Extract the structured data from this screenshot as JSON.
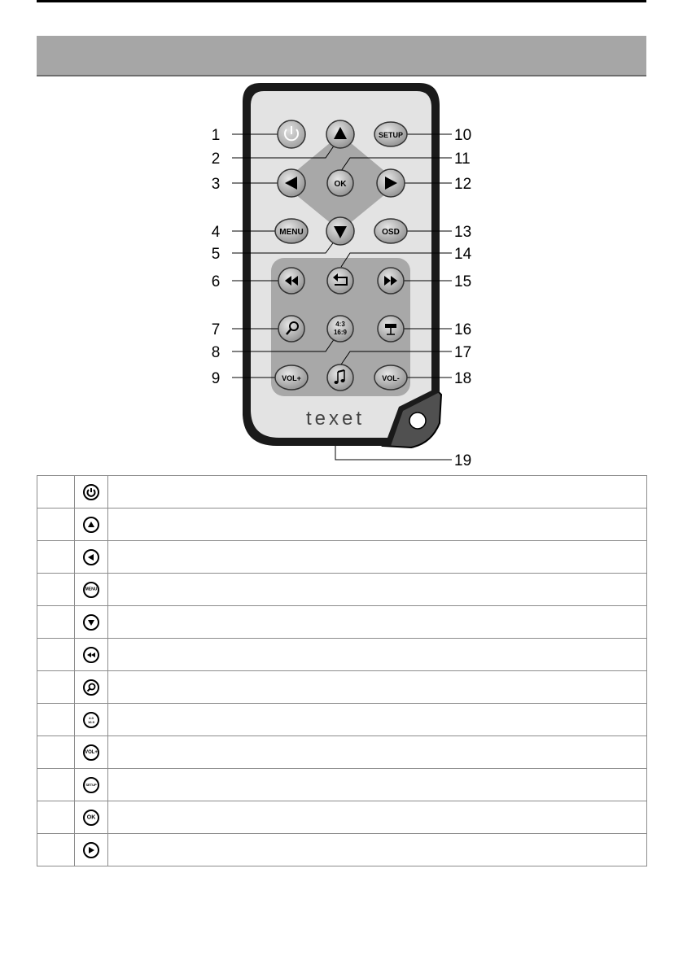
{
  "brand": "texet",
  "callouts": [
    "1",
    "2",
    "3",
    "4",
    "5",
    "6",
    "7",
    "8",
    "9",
    "10",
    "11",
    "12",
    "13",
    "14",
    "15",
    "16",
    "17",
    "18",
    "19"
  ],
  "buttons": {
    "setup": "SETUP",
    "ok": "OK",
    "menu": "MENU",
    "osd": "OSD",
    "ratio_top": "4:3",
    "ratio_bottom": "16:9",
    "vol_plus": "VOL+",
    "vol_minus": "VOL-"
  },
  "legend_rows": [
    {
      "icon": "power-icon",
      "label": ""
    },
    {
      "icon": "arrow-up-icon",
      "label": ""
    },
    {
      "icon": "arrow-left-icon",
      "label": ""
    },
    {
      "icon": "menu-icon",
      "label": "MENU"
    },
    {
      "icon": "arrow-down-icon",
      "label": ""
    },
    {
      "icon": "rewind-icon",
      "label": ""
    },
    {
      "icon": "zoom-icon",
      "label": ""
    },
    {
      "icon": "aspect-ratio-icon",
      "label_top": "4:3",
      "label_bottom": "16:9"
    },
    {
      "icon": "vol-plus-icon",
      "label": "VOL+"
    },
    {
      "icon": "setup-icon",
      "label": "SETUP"
    },
    {
      "icon": "ok-icon",
      "label": "OK"
    },
    {
      "icon": "arrow-right-icon",
      "label": ""
    }
  ]
}
